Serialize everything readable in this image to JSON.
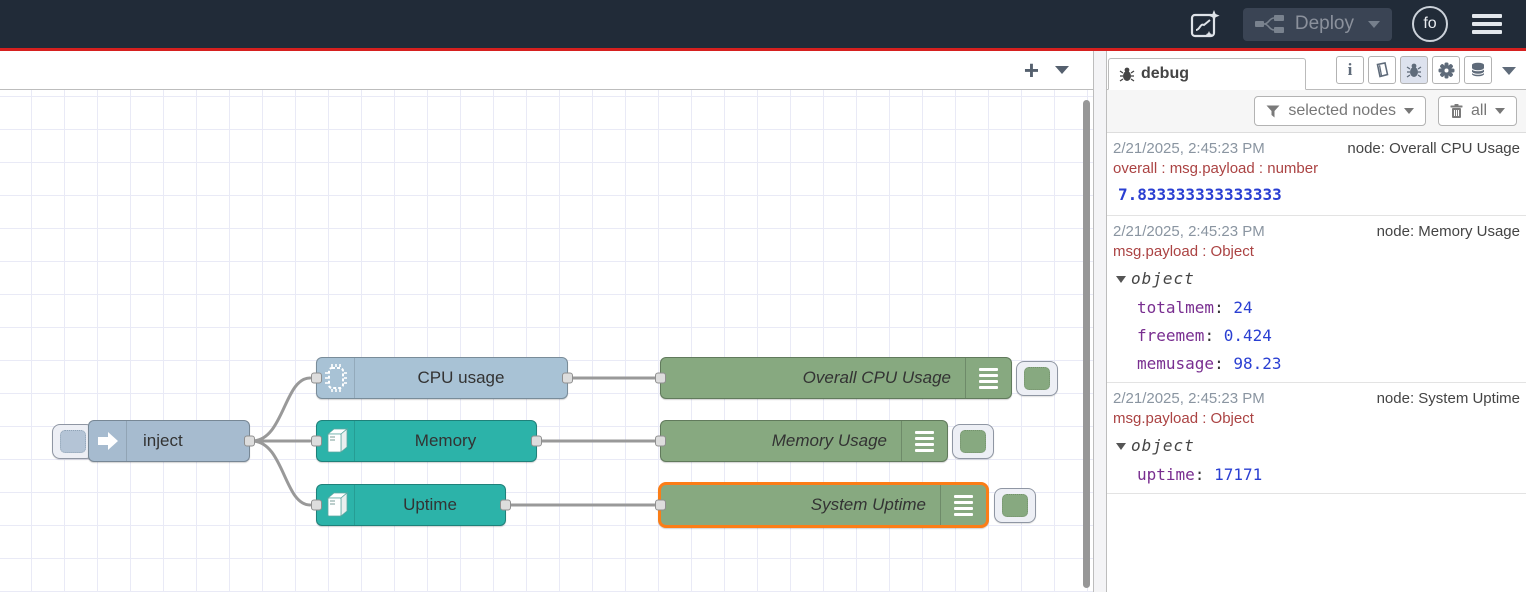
{
  "header": {
    "deploy_label": "Deploy",
    "avatar_initials": "fo"
  },
  "workspace": {
    "flow": {
      "nodes": [
        {
          "icon": "inject-arrow-icon",
          "label": "inject"
        },
        {
          "icon": "cpu-chip-icon",
          "label": "CPU usage"
        },
        {
          "icon": "server-icon",
          "label": "Memory"
        },
        {
          "icon": "server-icon",
          "label": "Uptime"
        },
        {
          "icon": "debug-lines-icon",
          "label": "Overall CPU Usage"
        },
        {
          "icon": "debug-lines-icon",
          "label": "Memory Usage"
        },
        {
          "icon": "debug-lines-icon",
          "label": "System Uptime",
          "selected": true
        }
      ]
    }
  },
  "sidebar": {
    "active_tab": "debug",
    "filter_label": "selected nodes",
    "clear_label": "all",
    "messages": [
      {
        "timestamp": "2/21/2025, 2:45:23 PM",
        "node": "node: Overall CPU Usage",
        "path": "overall : msg.payload : number",
        "value": "7.833333333333333"
      },
      {
        "timestamp": "2/21/2025, 2:45:23 PM",
        "node": "node: Memory Usage",
        "path": "msg.payload : Object",
        "object_label": "object",
        "entries": [
          {
            "key": "totalmem",
            "value": "24"
          },
          {
            "key": "freemem",
            "value": "0.424"
          },
          {
            "key": "memusage",
            "value": "98.23"
          }
        ]
      },
      {
        "timestamp": "2/21/2025, 2:45:23 PM",
        "node": "node: System Uptime",
        "path": "msg.payload : Object",
        "object_label": "object",
        "entries": [
          {
            "key": "uptime",
            "value": "17171"
          }
        ]
      }
    ]
  },
  "colors": {
    "header-bg": "#212b38",
    "alert-line": "#d6201f",
    "node-inject": "#a6bbcf",
    "node-cpu": "#a8c2d5",
    "node-exec-teal": "#2cb3a9",
    "node-debug": "#87a980",
    "selection-orange": "#fb7d17",
    "wire-gray": "#999999",
    "debug-path-red": "#ab4343",
    "debug-key-purple": "#792e90",
    "debug-value-blue": "#2a3fd2"
  }
}
